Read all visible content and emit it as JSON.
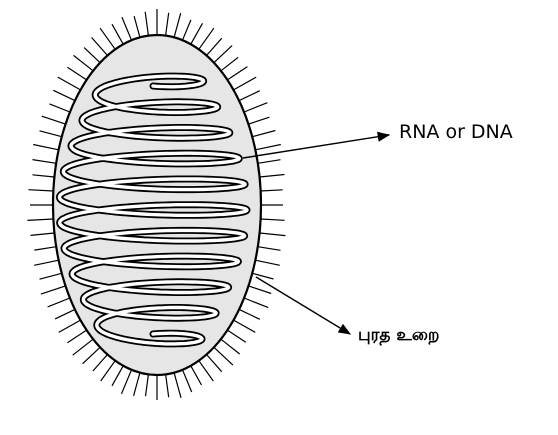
{
  "labels": {
    "nucleic_acid": "RNA or DNA",
    "protein_coat": "புரத உறை"
  },
  "colors": {
    "capsid_fill": "#e6e6e6",
    "outline": "#000000",
    "helix_fill": "#ffffff",
    "background": "#ffffff"
  },
  "parts": [
    "capsid-body",
    "spikes",
    "nucleic-acid-helix",
    "pointer-arrows"
  ]
}
